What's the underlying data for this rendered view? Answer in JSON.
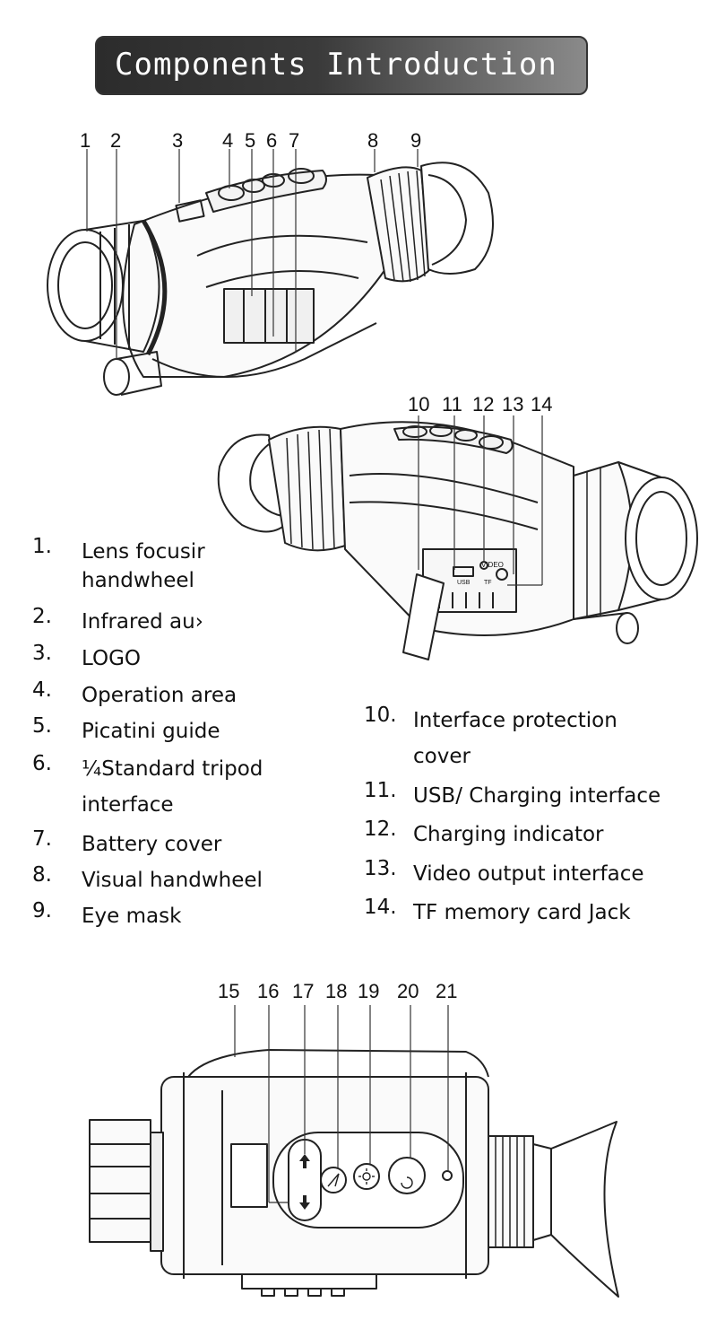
{
  "title": "Components Introduction",
  "callouts_top": [
    "1",
    "2",
    "3",
    "4",
    "5",
    "6",
    "7",
    "8",
    "9"
  ],
  "callouts_mid": [
    "10",
    "11",
    "12",
    "13",
    "14"
  ],
  "callouts_bottom": [
    "15",
    "16",
    "17",
    "18",
    "19",
    "20",
    "21"
  ],
  "device_printed_labels": {
    "video": "VIDEO",
    "usb": "USB",
    "tf": "TF"
  },
  "left_list": [
    {
      "n": "1.",
      "lines": [
        "Lens focusir",
        "handwheel"
      ]
    },
    {
      "n": "2.",
      "lines": [
        "Infrared au›"
      ]
    },
    {
      "n": "3.",
      "lines": [
        "LOGO"
      ]
    },
    {
      "n": "4.",
      "lines": [
        "Operation area"
      ]
    },
    {
      "n": "5.",
      "lines": [
        "Picatini guide"
      ]
    },
    {
      "n": "6.",
      "lines": [
        "¼Standard tripod",
        "interface"
      ]
    },
    {
      "n": "7.",
      "lines": [
        "Battery cover"
      ]
    },
    {
      "n": "8.",
      "lines": [
        "Visual handwheel"
      ]
    },
    {
      "n": "9.",
      "lines": [
        "Eye mask"
      ]
    }
  ],
  "right_list": [
    {
      "n": "10.",
      "lines": [
        "Interface protection",
        "cover"
      ]
    },
    {
      "n": "11.",
      "lines": [
        "USB/ Charging interface"
      ]
    },
    {
      "n": "12.",
      "lines": [
        "Charging indicator"
      ]
    },
    {
      "n": "13.",
      "lines": [
        "Video output interface"
      ]
    },
    {
      "n": "14.",
      "lines": [
        "TF memory card Jack"
      ]
    }
  ]
}
